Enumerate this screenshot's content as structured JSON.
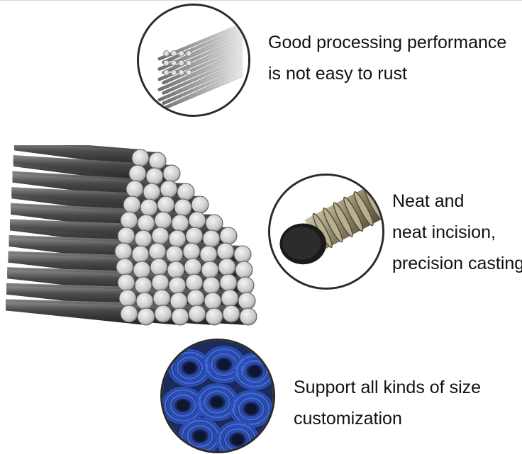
{
  "features": [
    {
      "id": "processing",
      "lines": [
        "Good processing performance",
        "is not easy to rust"
      ],
      "icon": "steel-rods-bundle-icon"
    },
    {
      "id": "incision",
      "lines": [
        "Neat and",
        "neat incision,",
        "precision casting"
      ],
      "icon": "rebar-cut-end-icon"
    },
    {
      "id": "customization",
      "lines": [
        "Support all kinds of size",
        "customization"
      ],
      "icon": "wire-coil-icon"
    }
  ],
  "colors": {
    "text": "#111111",
    "steel_dark": "#3a3a3a",
    "steel_light": "#d9d9d9",
    "coil_blue": "#2b4fb8",
    "circle_border": "#2a2a2a"
  }
}
